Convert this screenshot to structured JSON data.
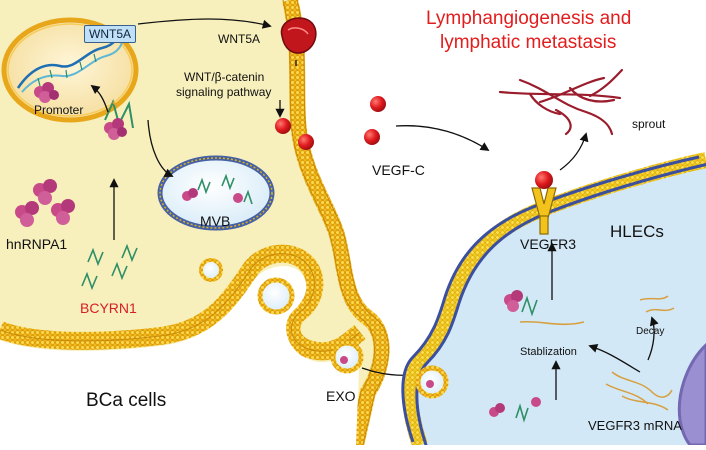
{
  "title": {
    "line1": "Lymphangiogenesis and",
    "line2": "lymphatic metastasis"
  },
  "labels": {
    "wnt5a_gene": "WNT5A",
    "promoter": "Promoter",
    "wnt5a_protein": "WNT5A",
    "pathway_line1": "WNT/β-catenin",
    "pathway_line2": "signaling pathway",
    "vegfc": "VEGF-C",
    "sprout": "sprout",
    "mvb": "MVB",
    "hnrnpa1": "hnRNPA1",
    "bcyrn1": "BCYRN1",
    "bca_cells": "BCa cells",
    "exo": "EXO",
    "vegfr3": "VEGFR3",
    "hlecs": "HLECs",
    "decay": "Decay",
    "stabilization": "Stablization",
    "vegfr3_mrna": "VEGFR3 mRNA"
  },
  "colors": {
    "title_red": "#e21d1d",
    "bcyrn1_red": "#d61f26",
    "bca_cytoplasm": "#f7f0bc",
    "membrane_gold": "#f2b718",
    "hlec_cytoplasm": "#d3e8f6",
    "hlec_membrane": "#3b4fa0",
    "vegf_ball": "#d8151b"
  }
}
